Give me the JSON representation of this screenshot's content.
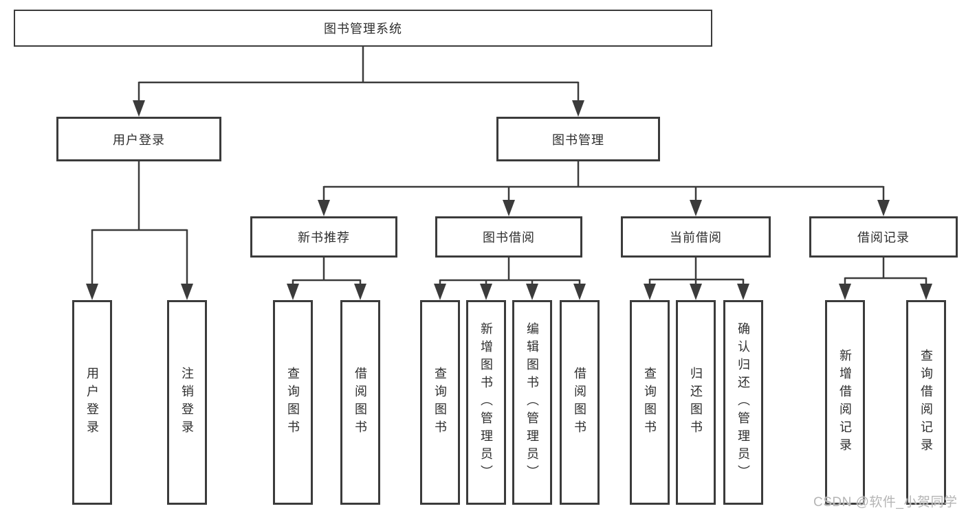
{
  "diagram": {
    "title": "图书管理系统",
    "type": "hierarchy-tree",
    "colors": {
      "line": "#3b3b3b",
      "box_border": "#3b3b3b",
      "box_background": "#ffffff",
      "text": "#2e2e2e",
      "watermark": "#b5b5b5",
      "page_background": "#ffffff"
    },
    "nodes": {
      "root": {
        "label": "图书管理系统"
      },
      "level2": [
        {
          "label": "用户登录"
        },
        {
          "label": "图书管理"
        }
      ],
      "level3": [
        {
          "label": "新书推荐"
        },
        {
          "label": "图书借阅"
        },
        {
          "label": "当前借阅"
        },
        {
          "label": "借阅记录"
        }
      ],
      "leaves": [
        {
          "label": "用户登录"
        },
        {
          "label": "注销登录"
        },
        {
          "label": "查询图书"
        },
        {
          "label": "借阅图书"
        },
        {
          "label": "查询图书"
        },
        {
          "label": "新增图书（管理员）"
        },
        {
          "label": "编辑图书（管理员）"
        },
        {
          "label": "借阅图书"
        },
        {
          "label": "查询图书"
        },
        {
          "label": "归还图书"
        },
        {
          "label": "确认归还（管理员）"
        },
        {
          "label": "新增借阅记录"
        },
        {
          "label": "查询借阅记录"
        }
      ]
    },
    "edges": [
      {
        "from": "图书管理系统",
        "to": "用户登录"
      },
      {
        "from": "图书管理系统",
        "to": "图书管理"
      },
      {
        "from": "用户登录",
        "to": "用户登录"
      },
      {
        "from": "用户登录",
        "to": "注销登录"
      },
      {
        "from": "图书管理",
        "to": "新书推荐"
      },
      {
        "from": "图书管理",
        "to": "图书借阅"
      },
      {
        "from": "图书管理",
        "to": "当前借阅"
      },
      {
        "from": "图书管理",
        "to": "借阅记录"
      },
      {
        "from": "新书推荐",
        "to": "查询图书"
      },
      {
        "from": "新书推荐",
        "to": "借阅图书"
      },
      {
        "from": "图书借阅",
        "to": "查询图书"
      },
      {
        "from": "图书借阅",
        "to": "新增图书（管理员）"
      },
      {
        "from": "图书借阅",
        "to": "编辑图书（管理员）"
      },
      {
        "from": "图书借阅",
        "to": "借阅图书"
      },
      {
        "from": "当前借阅",
        "to": "查询图书"
      },
      {
        "from": "当前借阅",
        "to": "归还图书"
      },
      {
        "from": "当前借阅",
        "to": "确认归还（管理员）"
      },
      {
        "from": "借阅记录",
        "to": "新增借阅记录"
      },
      {
        "from": "借阅记录",
        "to": "查询借阅记录"
      }
    ],
    "watermark": {
      "text": "CSDN @软件_小贺同学"
    }
  }
}
